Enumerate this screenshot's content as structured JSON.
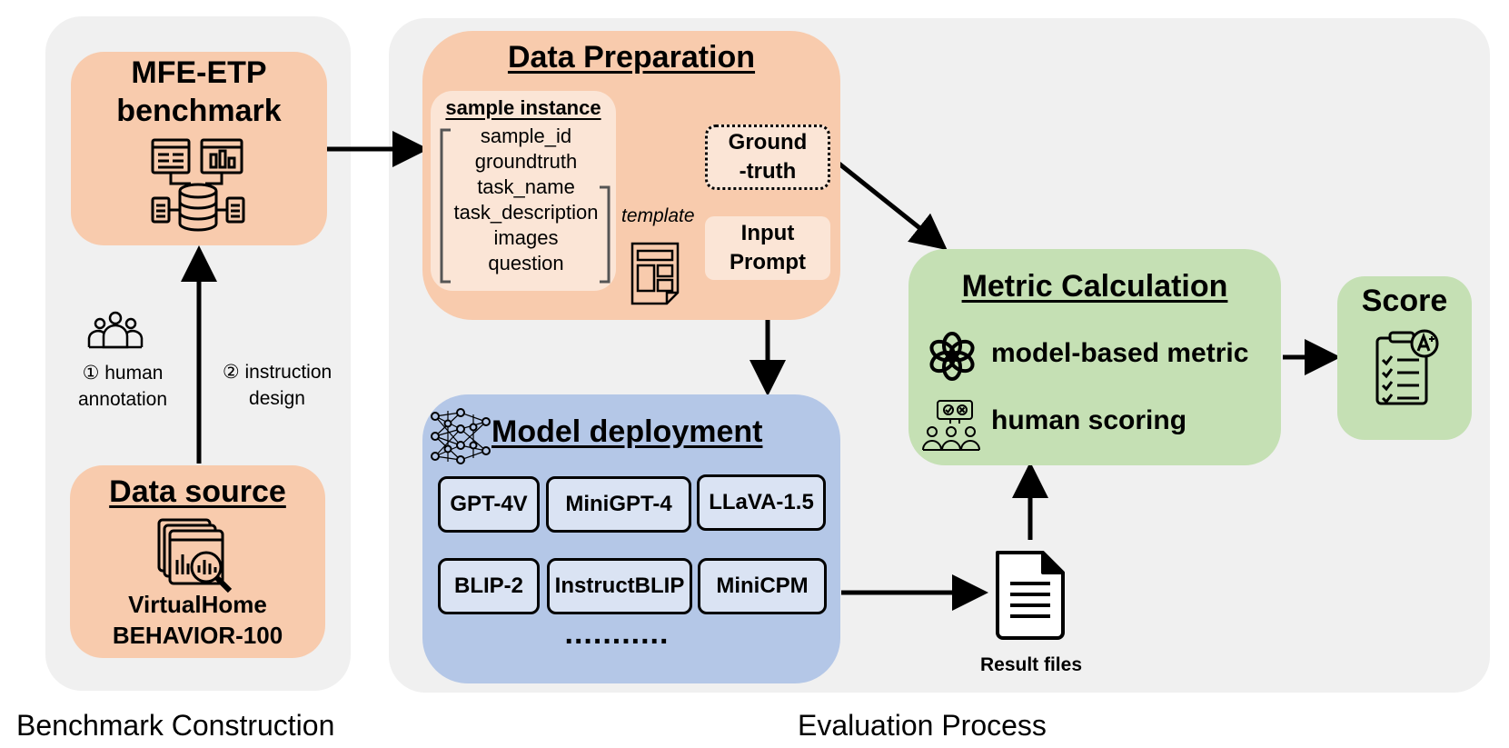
{
  "sections": {
    "benchmark_construction": "Benchmark Construction",
    "evaluation_process": "Evaluation Process"
  },
  "benchmark": {
    "line1": "MFE-ETP",
    "line2": "benchmark"
  },
  "data_source": {
    "title": "Data source",
    "line1": "VirtualHome",
    "line2": "BEHAVIOR-100"
  },
  "steps": {
    "human_annotation_1": "① human",
    "human_annotation_2": "annotation",
    "instruction_design_1": "② instruction",
    "instruction_design_2": "design"
  },
  "data_preparation": {
    "title": "Data Preparation",
    "sample_instance": "sample instance",
    "fields": [
      "sample_id",
      "groundtruth",
      "task_name",
      "task_description",
      "images",
      "question"
    ],
    "template_label": "template",
    "ground_truth": {
      "line1": "Ground",
      "line2": "-truth"
    },
    "input_prompt": {
      "line1": "Input",
      "line2": "Prompt"
    }
  },
  "model_deployment": {
    "title": "Model deployment",
    "models_row1": [
      "GPT-4V",
      "MiniGPT-4",
      "LLaVA-1.5"
    ],
    "models_row2": [
      "BLIP-2",
      "InstructBLIP",
      "MiniCPM"
    ],
    "more": "..........."
  },
  "result_files": "Result files",
  "metric_calculation": {
    "title": "Metric Calculation",
    "model_based": "model-based metric",
    "human_scoring": "human scoring"
  },
  "score": {
    "title": "Score"
  },
  "icons": [
    "database-icon",
    "people-icon",
    "search-chart-icon",
    "template-doc-icon",
    "neural-net-icon",
    "document-icon",
    "openai-icon",
    "human-scoring-icon",
    "score-sheet-icon"
  ],
  "colors": {
    "orange": "#f8cbad",
    "light_orange": "#fbe5d6",
    "blue": "#b4c7e7",
    "light_blue": "#dae3f3",
    "green": "#c5e0b4",
    "panel": "#f0f0f0"
  }
}
